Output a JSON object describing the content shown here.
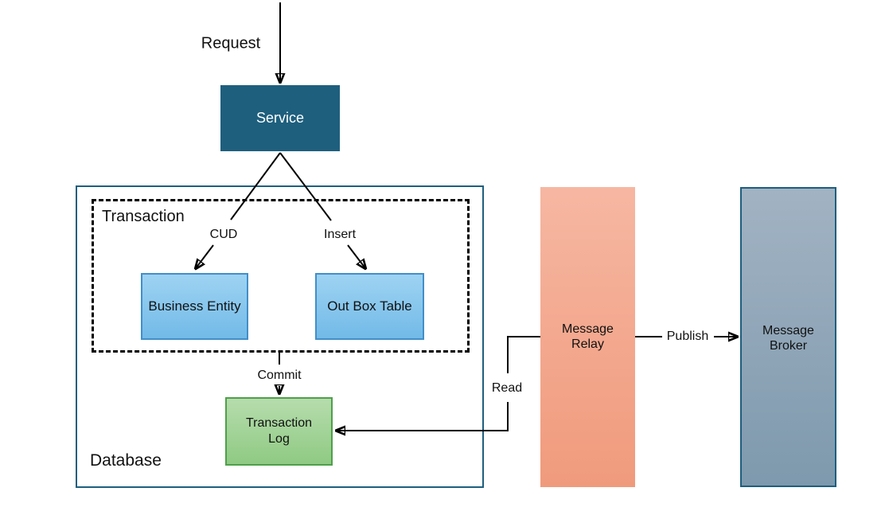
{
  "nodes": {
    "service": {
      "label": "Service",
      "fill": "#1E5F7E",
      "text_color": "#FFFFFF"
    },
    "database": {
      "label": "Database",
      "border_color": "#1E5F7E"
    },
    "transaction": {
      "label": "Transaction",
      "border_style": "dashed-black"
    },
    "business_entity": {
      "label": "Business Entity",
      "fill_top": "#9ED3F2",
      "fill_bottom": "#72BAE8",
      "border_color": "#418FC9"
    },
    "out_box_table": {
      "label": "Out Box Table",
      "fill_top": "#9ED3F2",
      "fill_bottom": "#72BAE8",
      "border_color": "#418FC9"
    },
    "transaction_log": {
      "label_line1": "Transaction",
      "label_line2": "Log",
      "fill_top": "#B6DCAD",
      "fill_bottom": "#8FCA83",
      "border_color": "#4EA04A"
    },
    "message_relay": {
      "label_line1": "Message",
      "label_line2": "Relay",
      "fill_top": "#F6B7A2",
      "fill_bottom": "#F09A7C"
    },
    "message_broker": {
      "label_line1": "Message",
      "label_line2": "Broker",
      "fill_top": "#A2B3C3",
      "fill_bottom": "#7E99AD",
      "border_color": "#1E5E7E"
    }
  },
  "edges": {
    "request": {
      "label": "Request"
    },
    "cud": {
      "label": "CUD"
    },
    "insert": {
      "label": "Insert"
    },
    "commit": {
      "label": "Commit"
    },
    "read": {
      "label": "Read"
    },
    "publish": {
      "label": "Publish"
    },
    "line_color": "#000000"
  }
}
